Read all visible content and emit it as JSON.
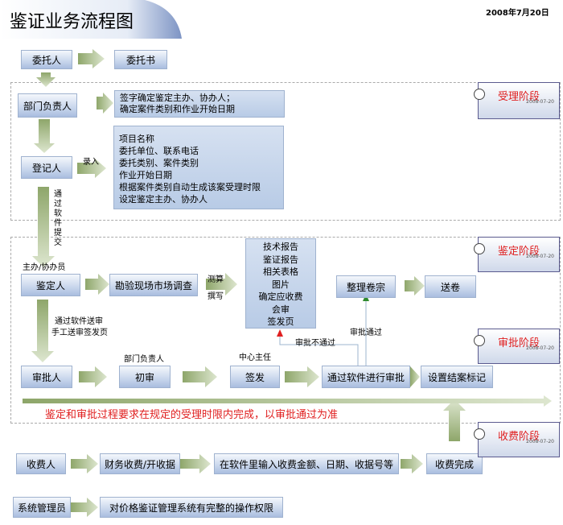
{
  "title": "鉴证业务流程图",
  "date": "2008年7月20日",
  "stages": [
    {
      "label": "受理阶段",
      "date": "2008-07-20"
    },
    {
      "label": "鉴定阶段",
      "date": "2008-07-20"
    },
    {
      "label": "审批阶段",
      "date": "2008-07-20"
    },
    {
      "label": "收费阶段",
      "date": "2008-07-20"
    }
  ],
  "nodes": {
    "client": "委托人",
    "commission": "委托书",
    "dept_head": "部门负责人",
    "sign_note": [
      "签字确定鉴定主办、协办人；",
      "确定案件类别和作业开始日期"
    ],
    "registrar": "登记人",
    "register_fields": [
      "项目名称",
      "委托单位、联系电话",
      "委托类别、案件类别",
      "作业开始日期",
      "根据案件类别自动生成该案受理时限",
      "设定鉴定主办、协办人"
    ],
    "appraiser": "鉴定人",
    "survey": "勘验现场市场调查",
    "docs": [
      "技术报告",
      "鉴证报告",
      "相关表格",
      "图片",
      "确定应收费",
      "会审",
      "签发页"
    ],
    "archive": "整理卷宗",
    "deliver": "送卷",
    "approver": "审批人",
    "first_review": "初审",
    "issue": "签发",
    "software_approval": "通过软件进行审批",
    "set_close": "设置结案标记",
    "payer": "收费人",
    "billing": "财务收费/开收据",
    "enter_fee": "在软件里输入收费金额、日期、收据号等",
    "fee_done": "收费完成",
    "sysadmin": "系统管理员",
    "admin_perm": "对价格鉴证管理系统有完整的操作权限"
  },
  "labels": {
    "enter": "录入",
    "via_software": "通过软件提交",
    "main_assist": "主办/协办员",
    "measure": "测算",
    "write": "撰写",
    "send_review": [
      "通过软件送审",
      "手工送审签发页"
    ],
    "dept_head_small": "部门负责人",
    "center_head": "中心主任",
    "rejected": "审批不通过",
    "approved": "审批通过",
    "deadline_note": "鉴定和审批过程要求在规定的受理时限内完成，以审批通过为准"
  },
  "colors": {
    "accent_red": "#e02020",
    "box_blue": "#b8cbe6",
    "arrow_green": "#a4ba82"
  }
}
